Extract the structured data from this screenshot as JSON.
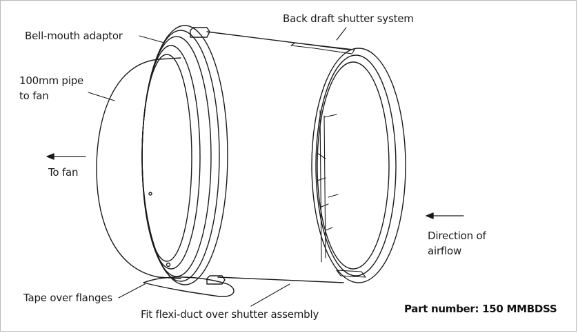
{
  "labels": {
    "back_draft": "Back draft shutter system",
    "bell_mouth": "Bell-mouth adaptor",
    "pipe_line1": "100mm pipe",
    "pipe_line2": "to fan",
    "to_fan": "To fan",
    "direction_line1": "Direction of",
    "direction_line2": "airflow",
    "tape": "Tape over flanges",
    "flexi": "Fit flexi-duct over shutter assembly"
  },
  "part_number": "Part number: 150 MMBDSS",
  "colors": {
    "line": "#1a1a1a",
    "frame": "#b9b9b9"
  }
}
